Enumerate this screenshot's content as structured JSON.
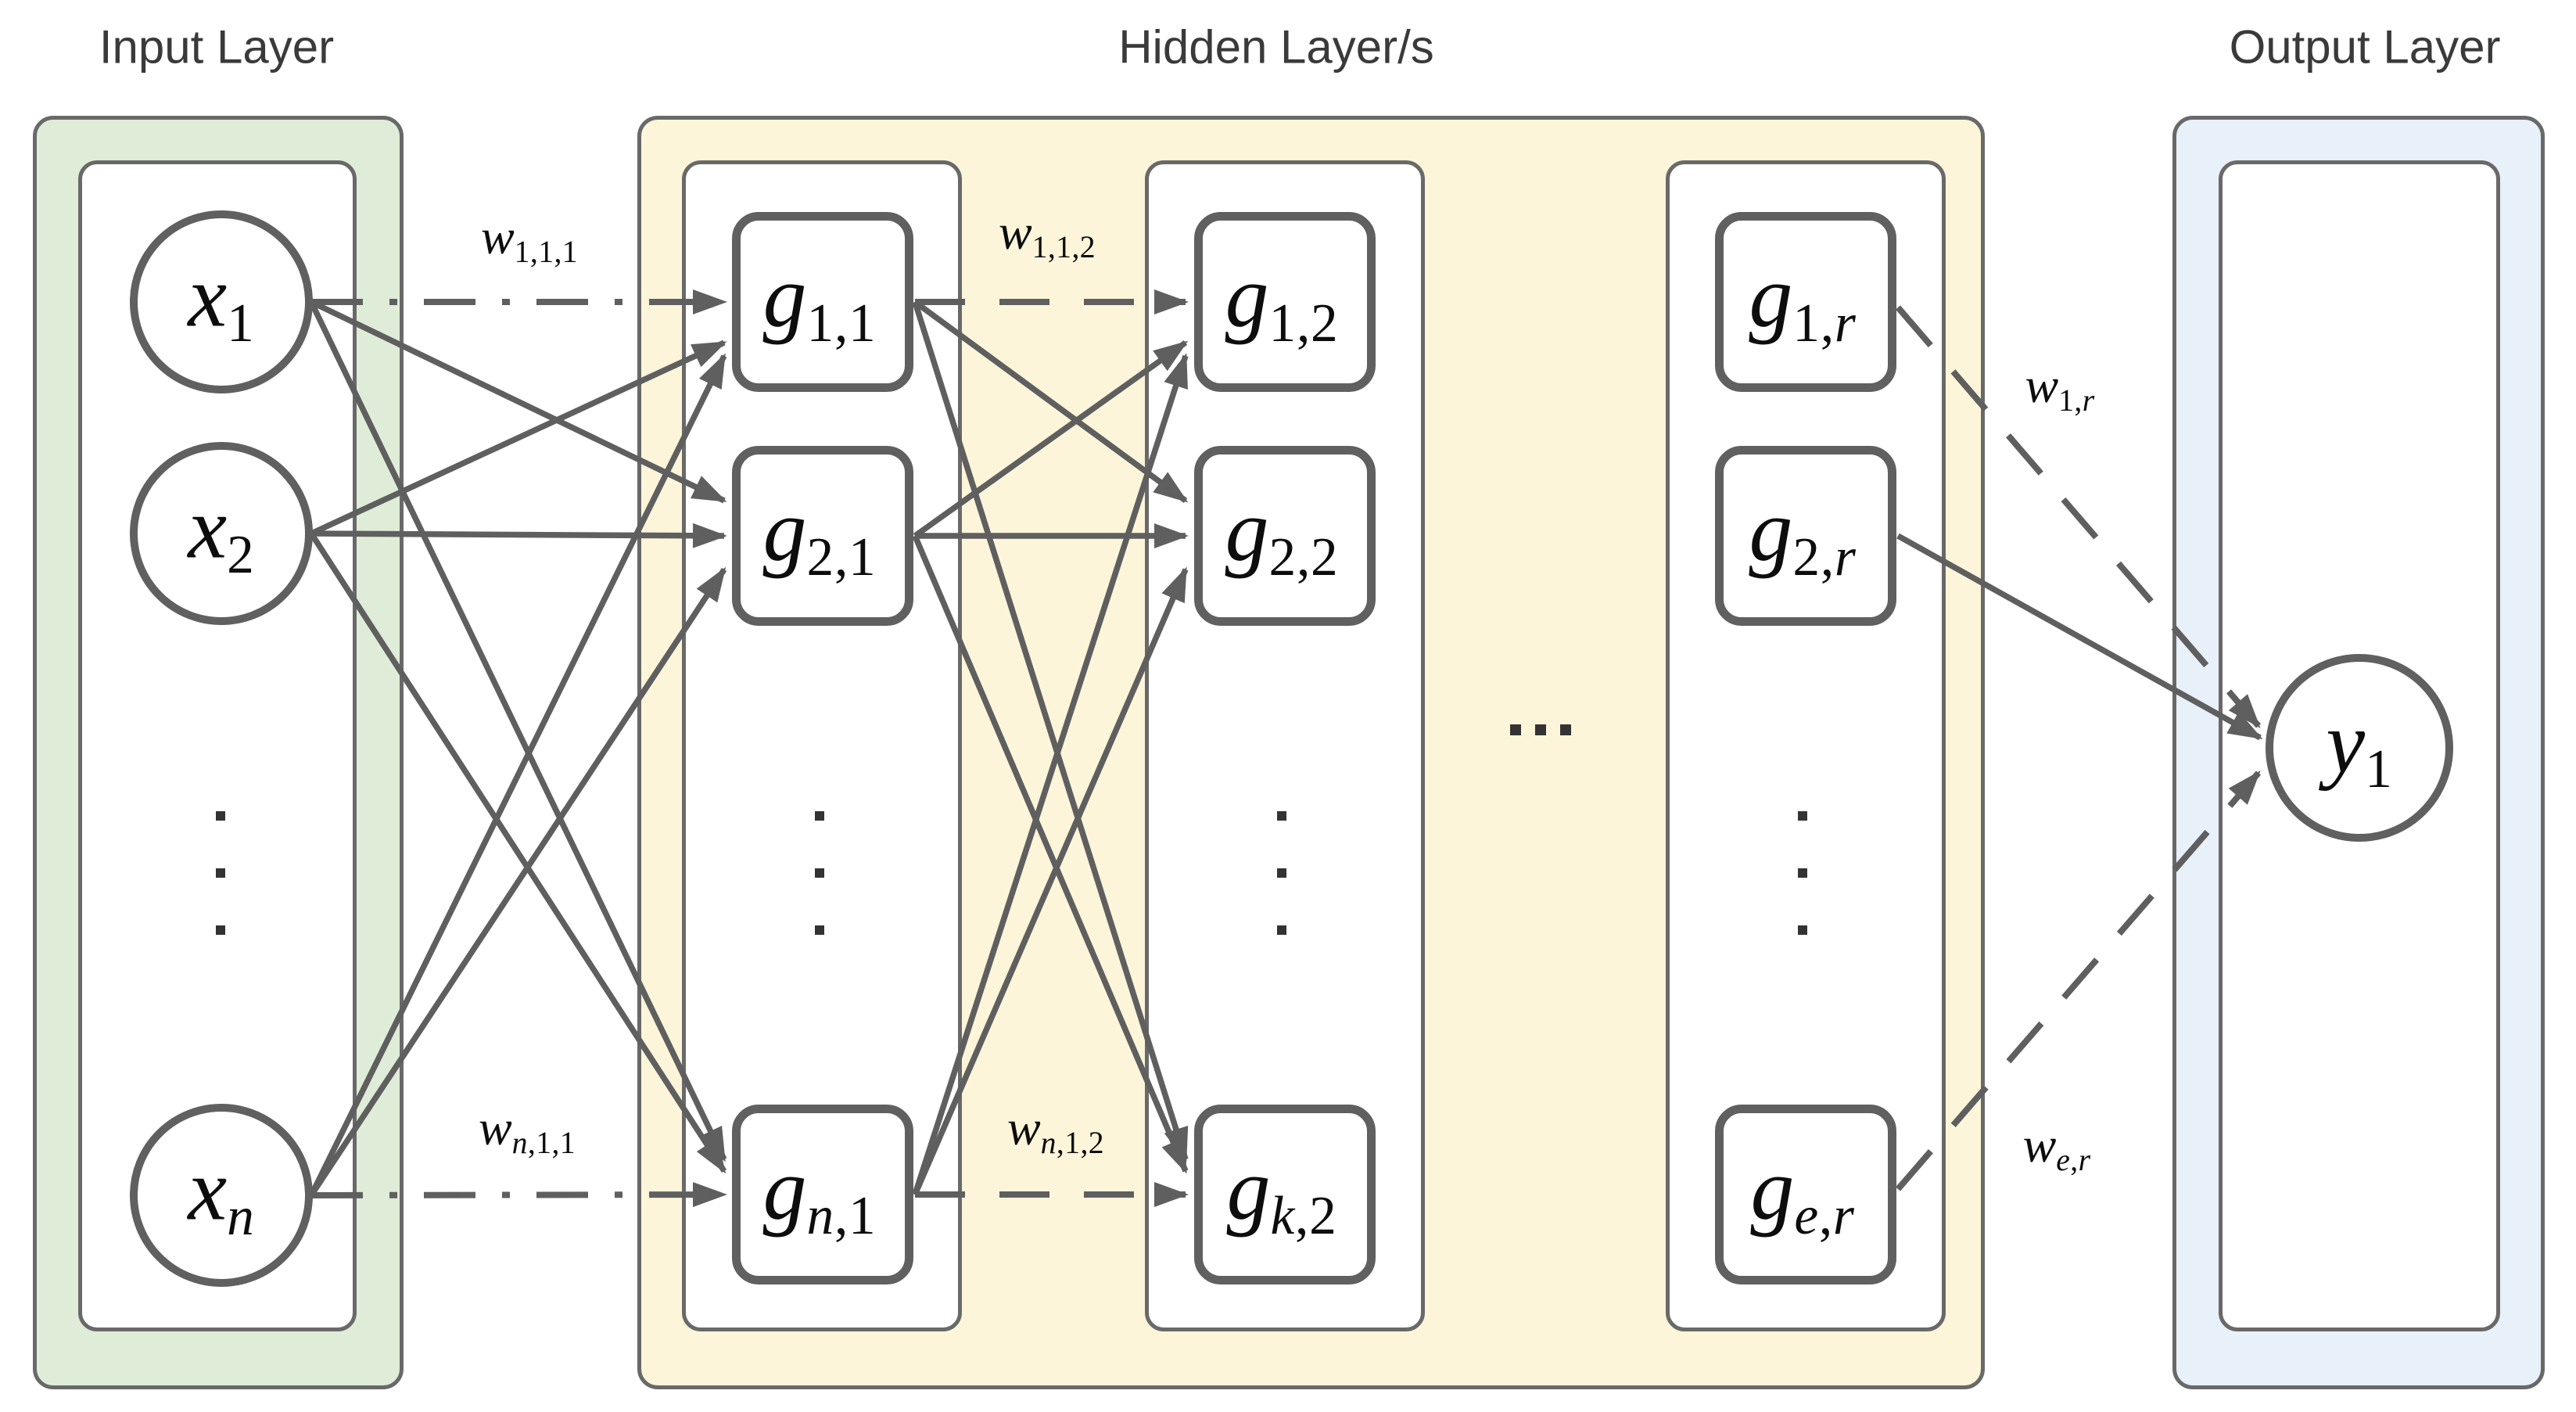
{
  "titles": {
    "input": "Input Layer",
    "hidden": "Hidden Layer/s",
    "output": "Output Layer"
  },
  "nodes": {
    "input": [
      {
        "base": "x",
        "sub": "1"
      },
      {
        "base": "x",
        "sub": "2"
      },
      {
        "base": "x",
        "sub": "n"
      }
    ],
    "hidden1": [
      {
        "base": "g",
        "sub": "1,1"
      },
      {
        "base": "g",
        "sub": "2,1"
      },
      {
        "base": "g",
        "sub": "n,1"
      }
    ],
    "hidden2": [
      {
        "base": "g",
        "sub": "1,2"
      },
      {
        "base": "g",
        "sub": "2,2"
      },
      {
        "base": "g",
        "sub": "k,2"
      }
    ],
    "hiddenR": [
      {
        "base": "g",
        "sub": "1,r"
      },
      {
        "base": "g",
        "sub": "2,r"
      },
      {
        "base": "g",
        "sub": "e,r"
      }
    ],
    "output": [
      {
        "base": "y",
        "sub": "1"
      }
    ]
  },
  "weights": {
    "w111": {
      "base": "w",
      "sub": "1,1,1"
    },
    "wn11": {
      "base": "w",
      "sub": "n,1,1"
    },
    "w112": {
      "base": "w",
      "sub": "1,1,2"
    },
    "wn12": {
      "base": "w",
      "sub": "n,1,2"
    },
    "w1r": {
      "base": "w",
      "sub": "1,r"
    },
    "wer": {
      "base": "w",
      "sub": "e,r"
    }
  },
  "ellipsis": {
    "vertical": "⋮",
    "horizontal": "⋯"
  },
  "colors": {
    "input_fill": "#dfedd8",
    "hidden_fill": "#fcf5d9",
    "output_fill": "#e8f0fa",
    "panel_border": "#696969",
    "node_border": "#606060",
    "edge": "#5f5f5f",
    "label_text": "#0d0d0d",
    "title_text": "#3a3a3a",
    "dot": "#333333"
  }
}
